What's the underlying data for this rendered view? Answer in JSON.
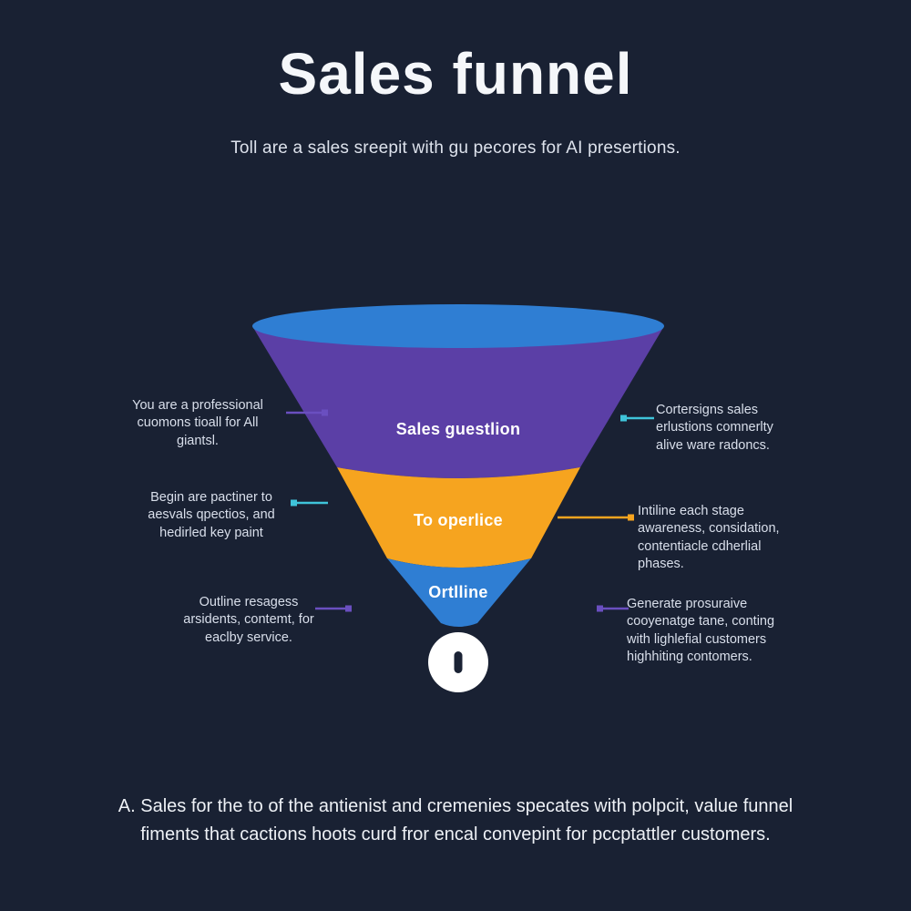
{
  "page": {
    "title": "Sales funnel",
    "subtitle": "Toll are a sales sreepit with gu pecores for AI presertions.",
    "footer_lines": [
      "A. Sales for the to of the antienist and cremenies specates with polpcit, value funnel",
      "fiments that cactions hoots curd fror encal convepint for pccptattler customers."
    ]
  },
  "colors": {
    "background": "#192133",
    "text_primary": "#f5f7fa",
    "text_secondary": "#d9dfeb"
  },
  "funnel": {
    "top_color": "#2f7ed3",
    "stages": [
      {
        "label": "Sales guestlion",
        "color": "#5b3fa6"
      },
      {
        "label": "To operlice",
        "color": "#f6a41f"
      },
      {
        "label": "Ortlline",
        "color": "#2f7ed3"
      }
    ],
    "tip": {
      "bg": "#ffffff",
      "icon_color": "#1a2234"
    }
  },
  "annotations": {
    "left": [
      {
        "text": "You are a professional cuomons tioall for All giantsl."
      },
      {
        "text": "Begin are pactiner to aesvals qpectios, and hedirled key paint"
      },
      {
        "text": "Outline resagess arsidents, contemt, for eaclby service."
      }
    ],
    "right": [
      {
        "text": "Cortersigns sales erlustions comnerlty alive ware radoncs."
      },
      {
        "text": "Intiline each stage awareness, considation, contentiacle cdherlial phases."
      },
      {
        "text": "Generate prosuraive cooyenatge tane, conting with lighlefial customers highhiting contomers."
      }
    ]
  },
  "connectors": {
    "left": [
      {
        "color": "#6a4fc0"
      },
      {
        "color": "#3fc4da"
      },
      {
        "color": "#6a4fc0"
      }
    ],
    "right": [
      {
        "color": "#3fc4da"
      },
      {
        "color": "#f6a41f"
      },
      {
        "color": "#6a4fc0"
      }
    ]
  }
}
